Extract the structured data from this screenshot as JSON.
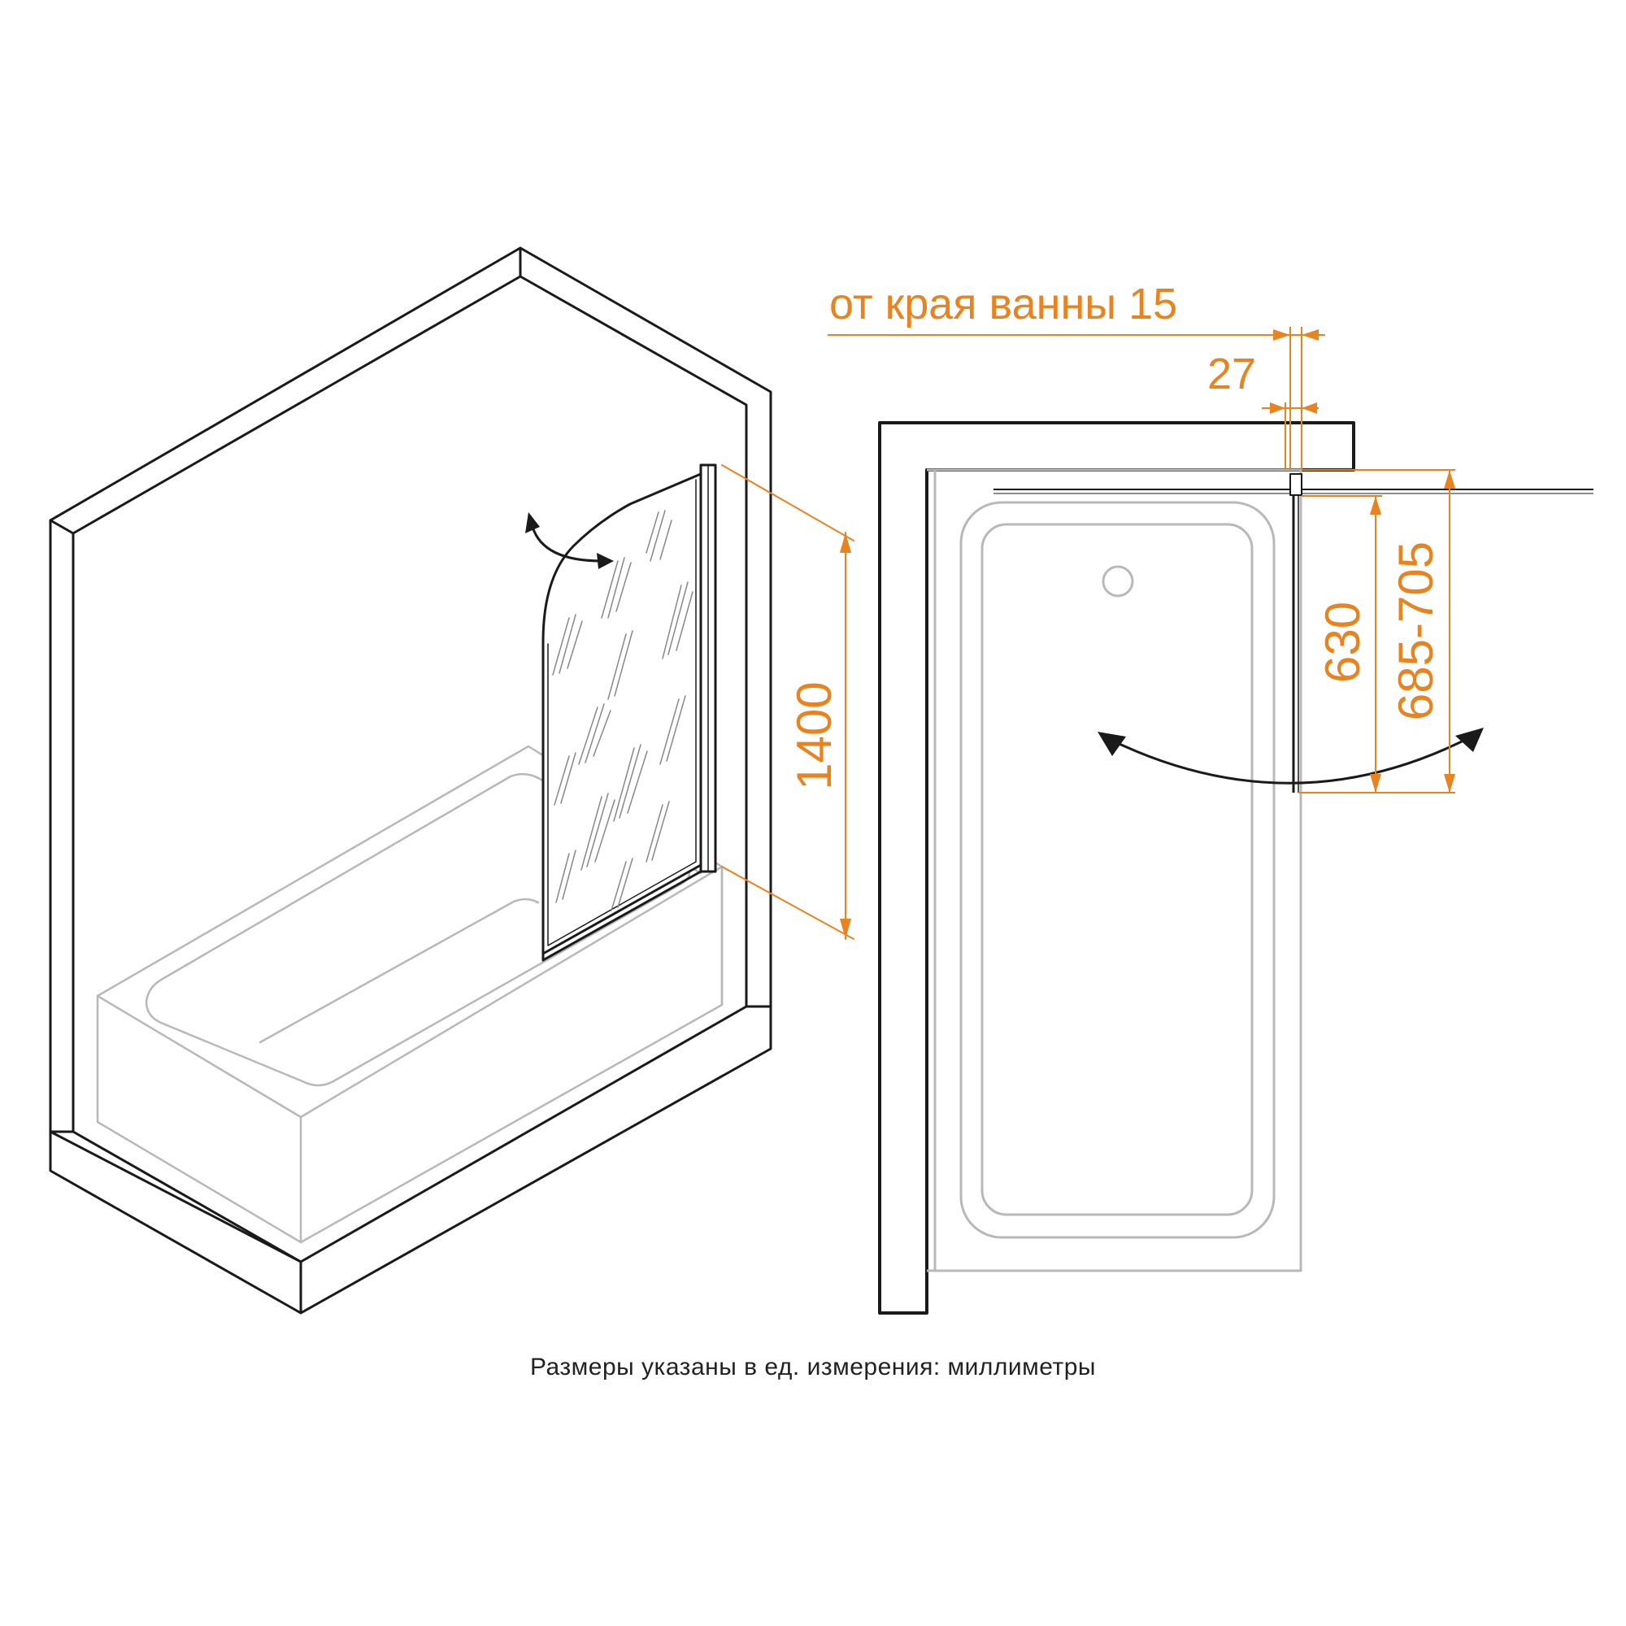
{
  "dimensions": {
    "height": "1400",
    "from_edge": "от края ванны 15",
    "profile": "27",
    "width_open": "630",
    "width_range": "685-705"
  },
  "caption": "Размеры указаны в ед. измерения: миллиметры",
  "colors": {
    "dimension": "#e8831f",
    "outline": "#1a1a1a",
    "tub": "#b8b8b8"
  }
}
